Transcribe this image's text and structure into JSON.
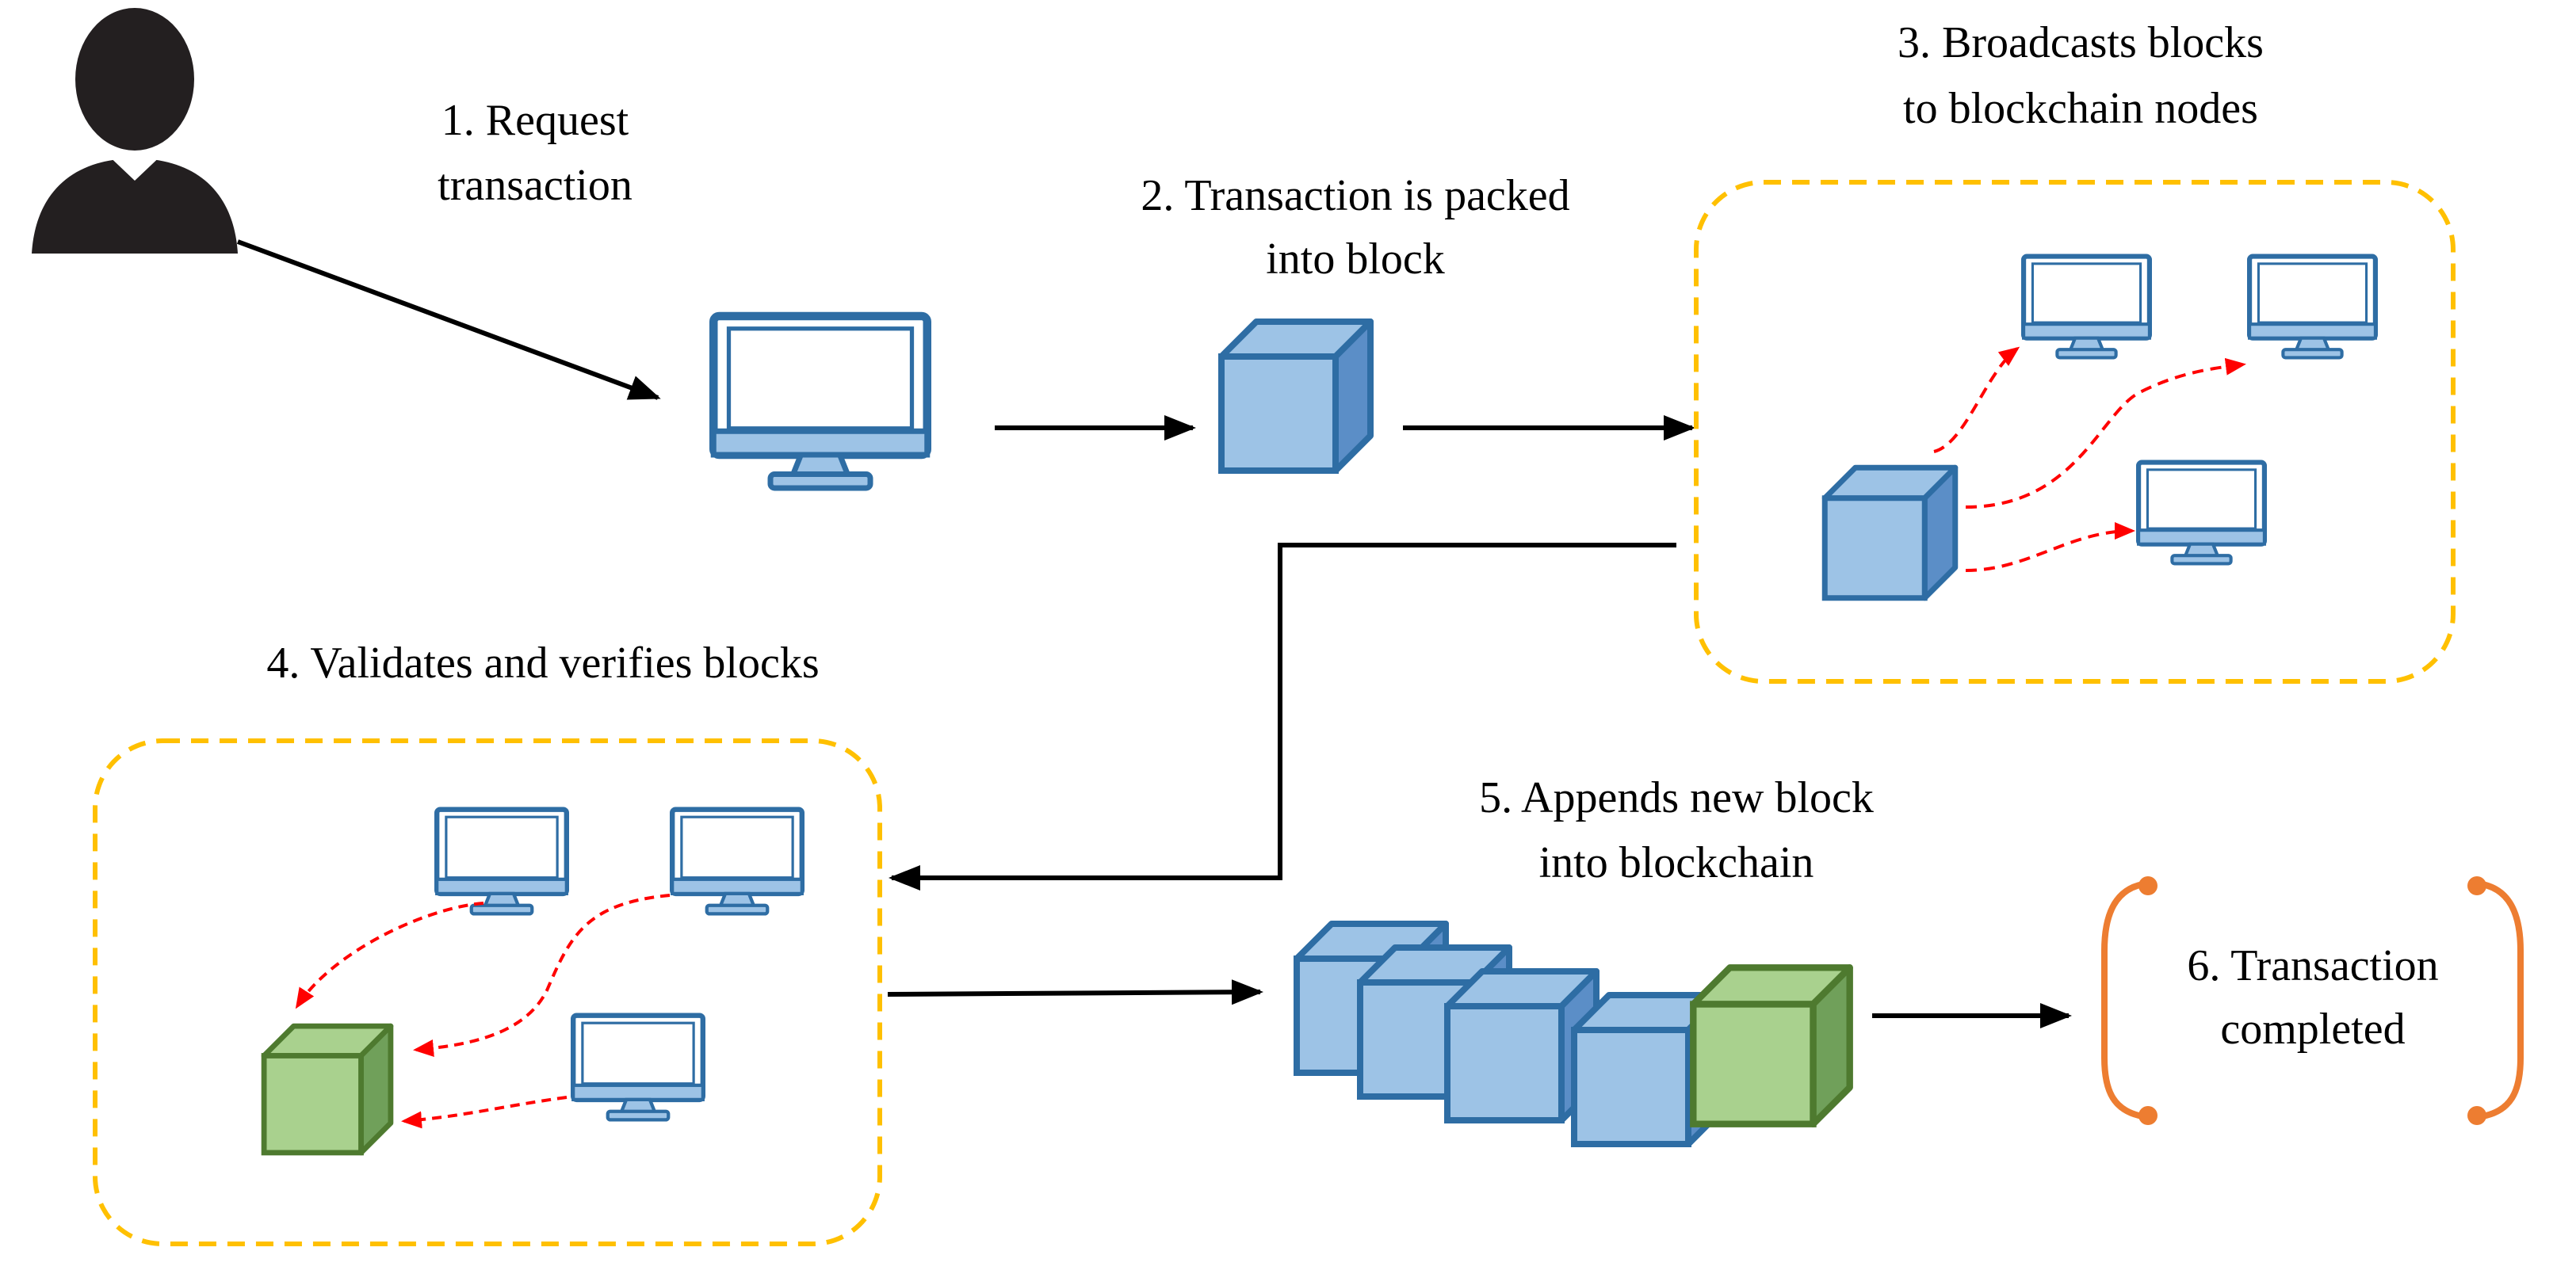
{
  "steps": {
    "s1": {
      "line1": "1. Request",
      "line2": "transaction"
    },
    "s2": {
      "line1": "2. Transaction is packed",
      "line2": "into block"
    },
    "s3": {
      "line1": "3. Broadcasts blocks",
      "line2": "to blockchain nodes"
    },
    "s4": {
      "line1": "4. Validates and verifies blocks"
    },
    "s5": {
      "line1": "5. Appends new block",
      "line2": "into blockchain"
    },
    "s6": {
      "line1": "6. Transaction",
      "line2": "completed"
    }
  },
  "icons": {
    "user": "user-silhouette-icon",
    "computer": "computer-monitor-icon",
    "block": "block-cube-icon"
  },
  "colors": {
    "monitor_stroke": "#2e6da4",
    "monitor_fill": "#9dc3e6",
    "block_fill": "#9dc3e6",
    "block_stroke": "#2e6da4",
    "new_block_fill": "#a9d18e",
    "new_block_stroke": "#4e7a2f",
    "group_border": "#ffc000",
    "broadcast_arrow": "#ff0000",
    "bracket": "#ed7d31",
    "flow_arrow": "#000000"
  }
}
